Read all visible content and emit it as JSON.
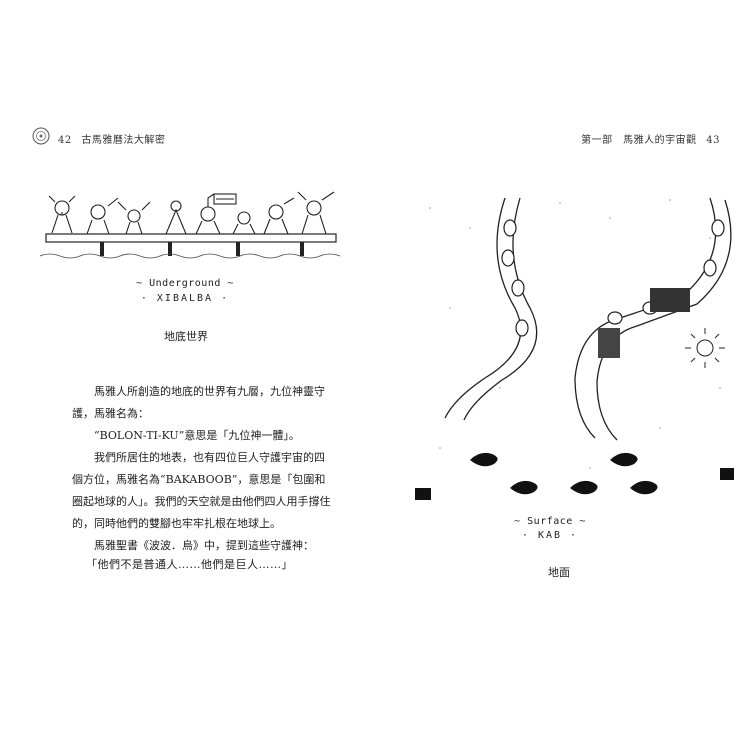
{
  "left_page": {
    "page_number": "42",
    "running_title": "古馬雅曆法大解密",
    "illustration_caption_en_line1": "~ Underground ~",
    "illustration_caption_en_line2": "· XIBALBA ·",
    "illustration_caption_zh": "地底世界",
    "paragraphs": [
      "馬雅人所創造的地底的世界有九層，九位神靈守護，馬雅名為：",
      "“BOLON-TI-KU”意思是「九位神一體」。",
      "我們所居住的地表，也有四位巨人守護宇宙的四個方位，馬雅名為“BAKABOOB”，意思是「包圍和圈起地球的人」。我們的天空就是由他們四人用手撐住的，同時他們的雙腳也牢牢扎根在地球上。",
      "馬雅聖書《波波．烏》中，提到這些守護神："
    ],
    "quote": "「他們不是普通人……他們是巨人……」"
  },
  "right_page": {
    "page_number": "43",
    "running_title": "第一部　馬雅人的宇宙觀",
    "illustration_caption_en_line1": "~ Surface ~",
    "illustration_caption_en_line2": "· KAB ·",
    "illustration_caption_zh": "地面"
  }
}
